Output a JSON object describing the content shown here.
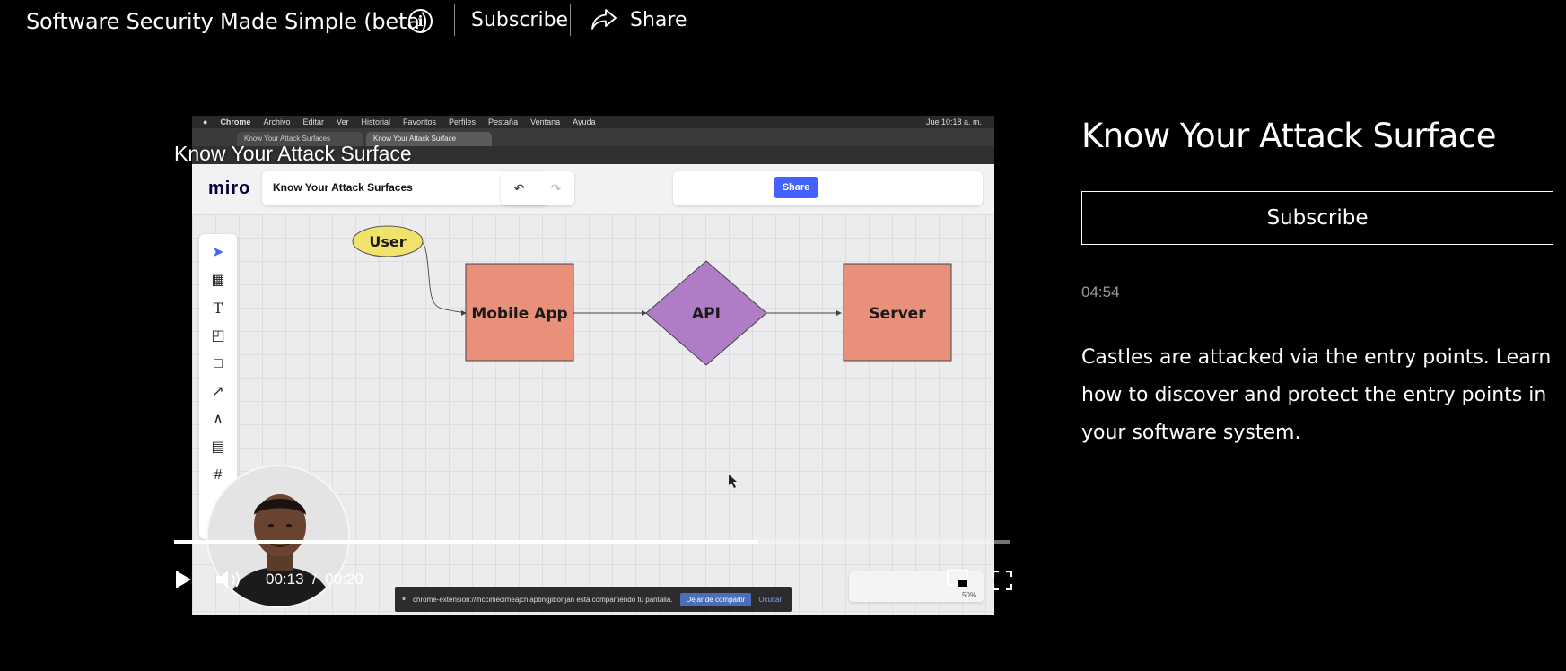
{
  "header": {
    "channel_title": "Software Security Made Simple (beta)",
    "subscribe_label": "Subscribe",
    "share_label": "Share"
  },
  "video": {
    "title": "Know Your Attack Surface",
    "current_time": "00:13",
    "total_time": "00:20",
    "progress_fraction": 0.699,
    "screen": {
      "mac_menu": [
        "Chrome",
        "Archivo",
        "Editar",
        "Ver",
        "Historial",
        "Favoritos",
        "Perfiles",
        "Pestaña",
        "Ventana",
        "Ayuda"
      ],
      "mac_clock": "Jue 10:18 a. m.",
      "tab_1": "Know Your Attack Surfaces",
      "tab_2": "Know Your Attack Surface",
      "miro_logo": "miro",
      "board_title": "Know Your Attack Surfaces",
      "share_button": "Share",
      "diagram": {
        "user": "User",
        "mobile_app": "Mobile App",
        "api": "API",
        "server": "Server"
      },
      "share_notice": "chrome-extension://ihcciniecimeajcniapbngjibonjan está compartiendo tu pantalla.",
      "stop_sharing": "Dejar de compartir",
      "hide": "Ocultar",
      "zoom": "50%"
    }
  },
  "episode": {
    "title": "Know Your Attack Surface",
    "subscribe_label": "Subscribe",
    "duration": "04:54",
    "description": "Castles are attacked via the entry points. Learn how to discover and protect the entry points in your software system."
  },
  "colors": {
    "background": "#000000",
    "box_fill": "#e8907a",
    "diamond_fill": "#b07cc6",
    "user_fill": "#f0e26a",
    "miro_share": "#4262ff"
  }
}
